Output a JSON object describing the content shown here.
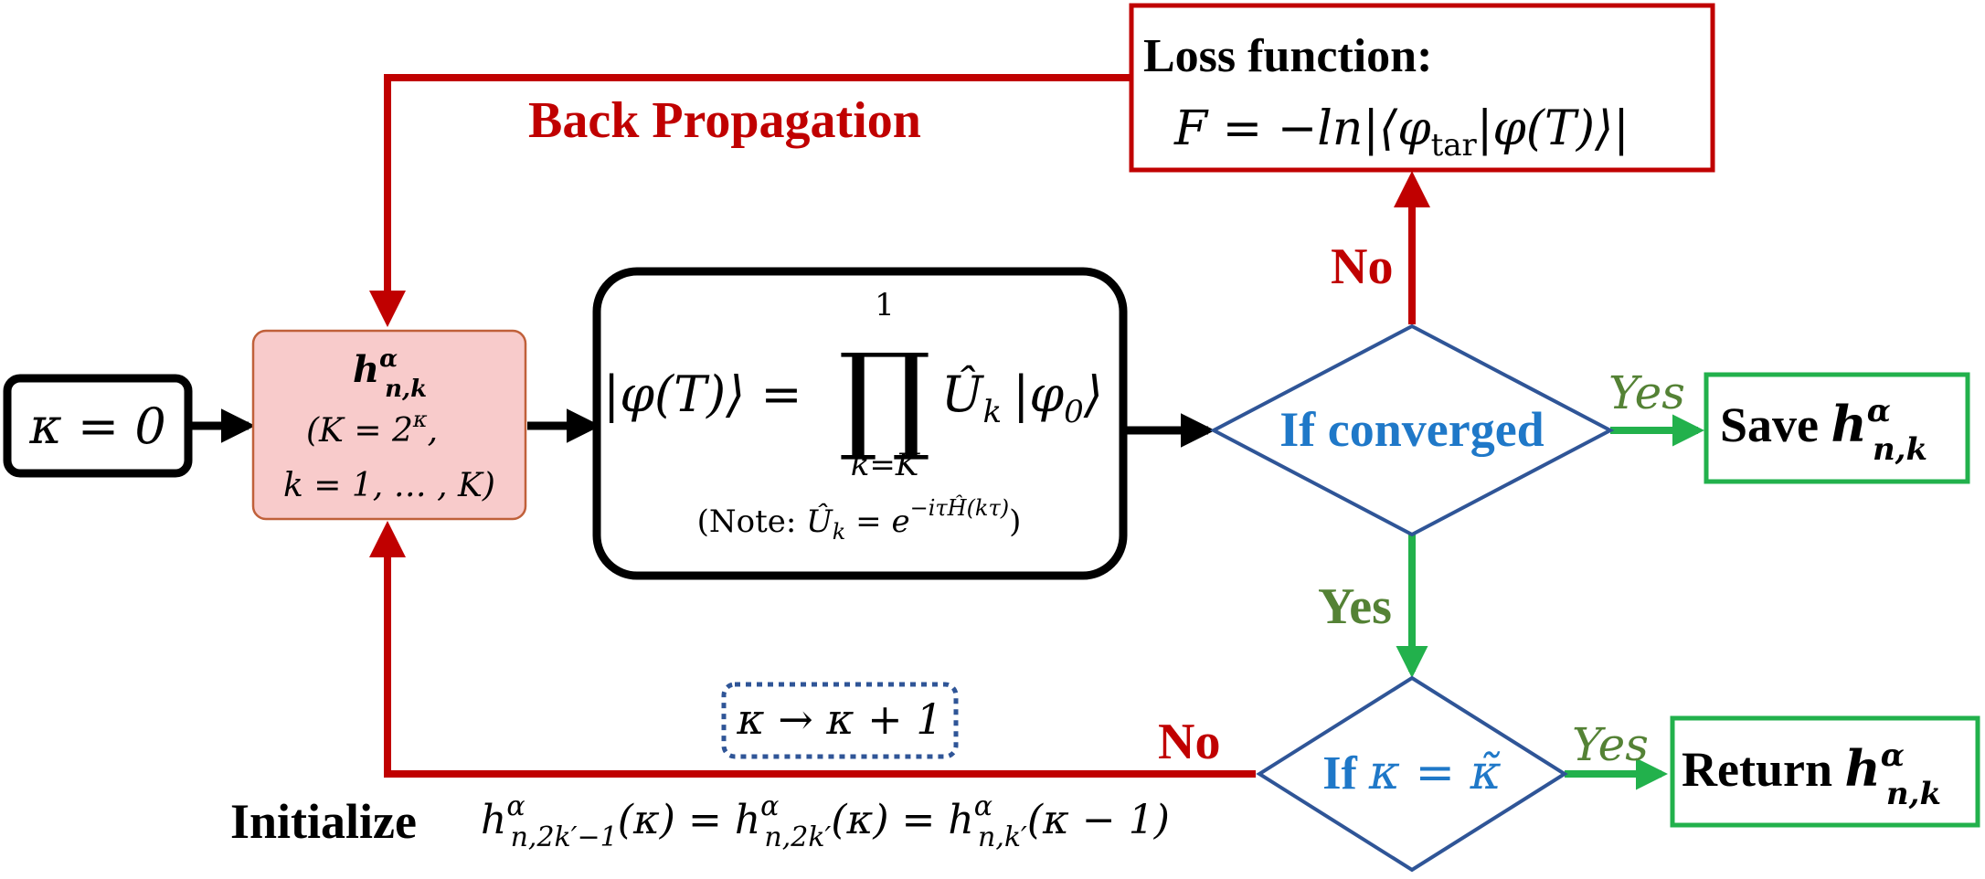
{
  "start": {
    "label": "κ = 0"
  },
  "init_box": {
    "symbol": "h",
    "symbol_sup": "α",
    "symbol_sub": "n,k",
    "line2": "(K = 2",
    "line2_sup": "κ",
    "line2_tail": ",",
    "line3": "k = 1, … , K)"
  },
  "product_box": {
    "lhs": "|φ(T)⟩ =",
    "prod_upper": "1",
    "prod_symbol": "∏",
    "prod_lower": "k=K",
    "rhs": "Û",
    "rhs_sub": "k",
    "rhs_tail": "|φ",
    "rhs_tail_sub": "0",
    "rhs_end": "⟩",
    "note_prefix": "(Note: ",
    "note_U": "Û",
    "note_U_sub": "k",
    "note_eq": " = e",
    "note_exp": "−iτĤ(kτ)",
    "note_suffix": ")"
  },
  "loss_box": {
    "title": "Loss function:",
    "formula_lhs": "F = −ln|⟨φ",
    "formula_sub": "tar",
    "formula_rhs": "|φ(T)⟩|"
  },
  "back_propagation": {
    "label": "Back Propagation"
  },
  "converged_diamond": {
    "label": "If converged"
  },
  "kappa_diamond": {
    "prefix": "If ",
    "expr": "κ = κ̃"
  },
  "save_box": {
    "prefix": "Save ",
    "symbol": "h",
    "symbol_sup": "α",
    "symbol_sub": "n,k"
  },
  "return_box": {
    "prefix": "Return ",
    "symbol": "h",
    "symbol_sup": "α",
    "symbol_sub": "n,k"
  },
  "edge_labels": {
    "no_top": "No",
    "yes_right_top": "Yes",
    "yes_down": "Yes",
    "no_bottom": "No",
    "yes_right_bottom": "Yes"
  },
  "increment_box": {
    "label": "κ → κ + 1"
  },
  "initialize": {
    "word": "Initialize",
    "h1_sub": "n,2k′−1",
    "h1_arg": "(κ) = ",
    "h2_sub": "n,2k′",
    "h2_arg": "(κ) = ",
    "h3_sub": "n,k′",
    "h3_arg": "(κ − 1)",
    "h": "h",
    "sup": "α"
  },
  "colors": {
    "red": "#c00000",
    "blue_text": "#1f78c8",
    "diamond_stroke": "#2f5597",
    "green": "#22b14c",
    "green_text": "#548235",
    "init_fill": "#f8cbcb",
    "init_stroke": "#c0603a",
    "black": "#000000"
  }
}
